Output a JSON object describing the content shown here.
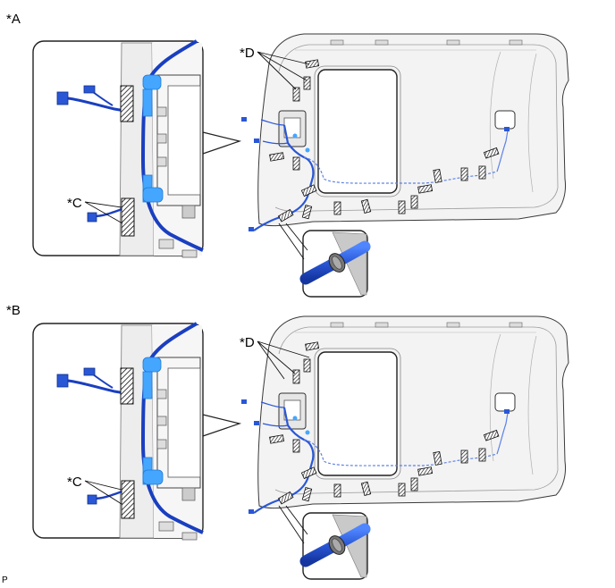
{
  "panels": [
    {
      "id": "A",
      "label": "*A",
      "callout_C": "*C",
      "callout_D": "*D"
    },
    {
      "id": "B",
      "label": "*B",
      "callout_C": "*C",
      "callout_D": "*D"
    }
  ],
  "footer_code": "P",
  "colors": {
    "harness": "#2a57d6",
    "clamp": "#45a6ff",
    "headliner": "#f2f2f2",
    "outline": "#3a3a3a",
    "tape_hatch": "#111111"
  },
  "icons": [
    "tape-icon",
    "connector-icon",
    "clamp-icon",
    "magnifier-callout-icon"
  ]
}
